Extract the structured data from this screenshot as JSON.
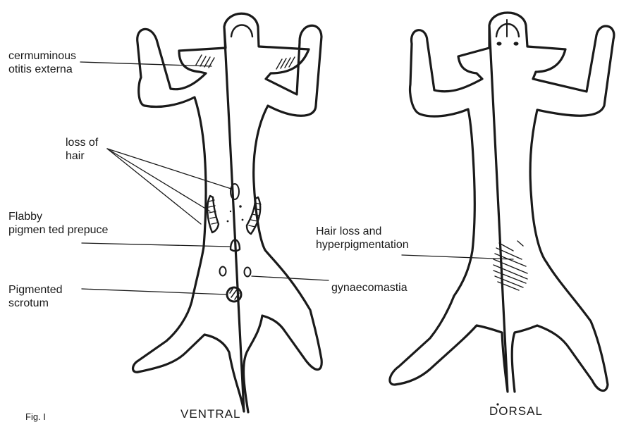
{
  "labels": {
    "otitis_line1": "cermuminous",
    "otitis_line2": "otitis externa",
    "hair_line1": "loss of",
    "hair_line2": "hair",
    "prepuce_line1": "Flabby",
    "prepuce_line2": "pigmen ted prepuce",
    "scrotum_line1": "Pigmented",
    "scrotum_line2": "scrotum",
    "gynaecomastia": "gynaecomastia",
    "dorsal_hair_line1": "Hair loss and",
    "dorsal_hair_line2": "hyperpigmentation"
  },
  "captions": {
    "ventral": "VENTRAL",
    "dorsal": "DORSAL",
    "figure": "Fig. I"
  },
  "colors": {
    "ink": "#1a1a1a",
    "background": "#ffffff"
  }
}
